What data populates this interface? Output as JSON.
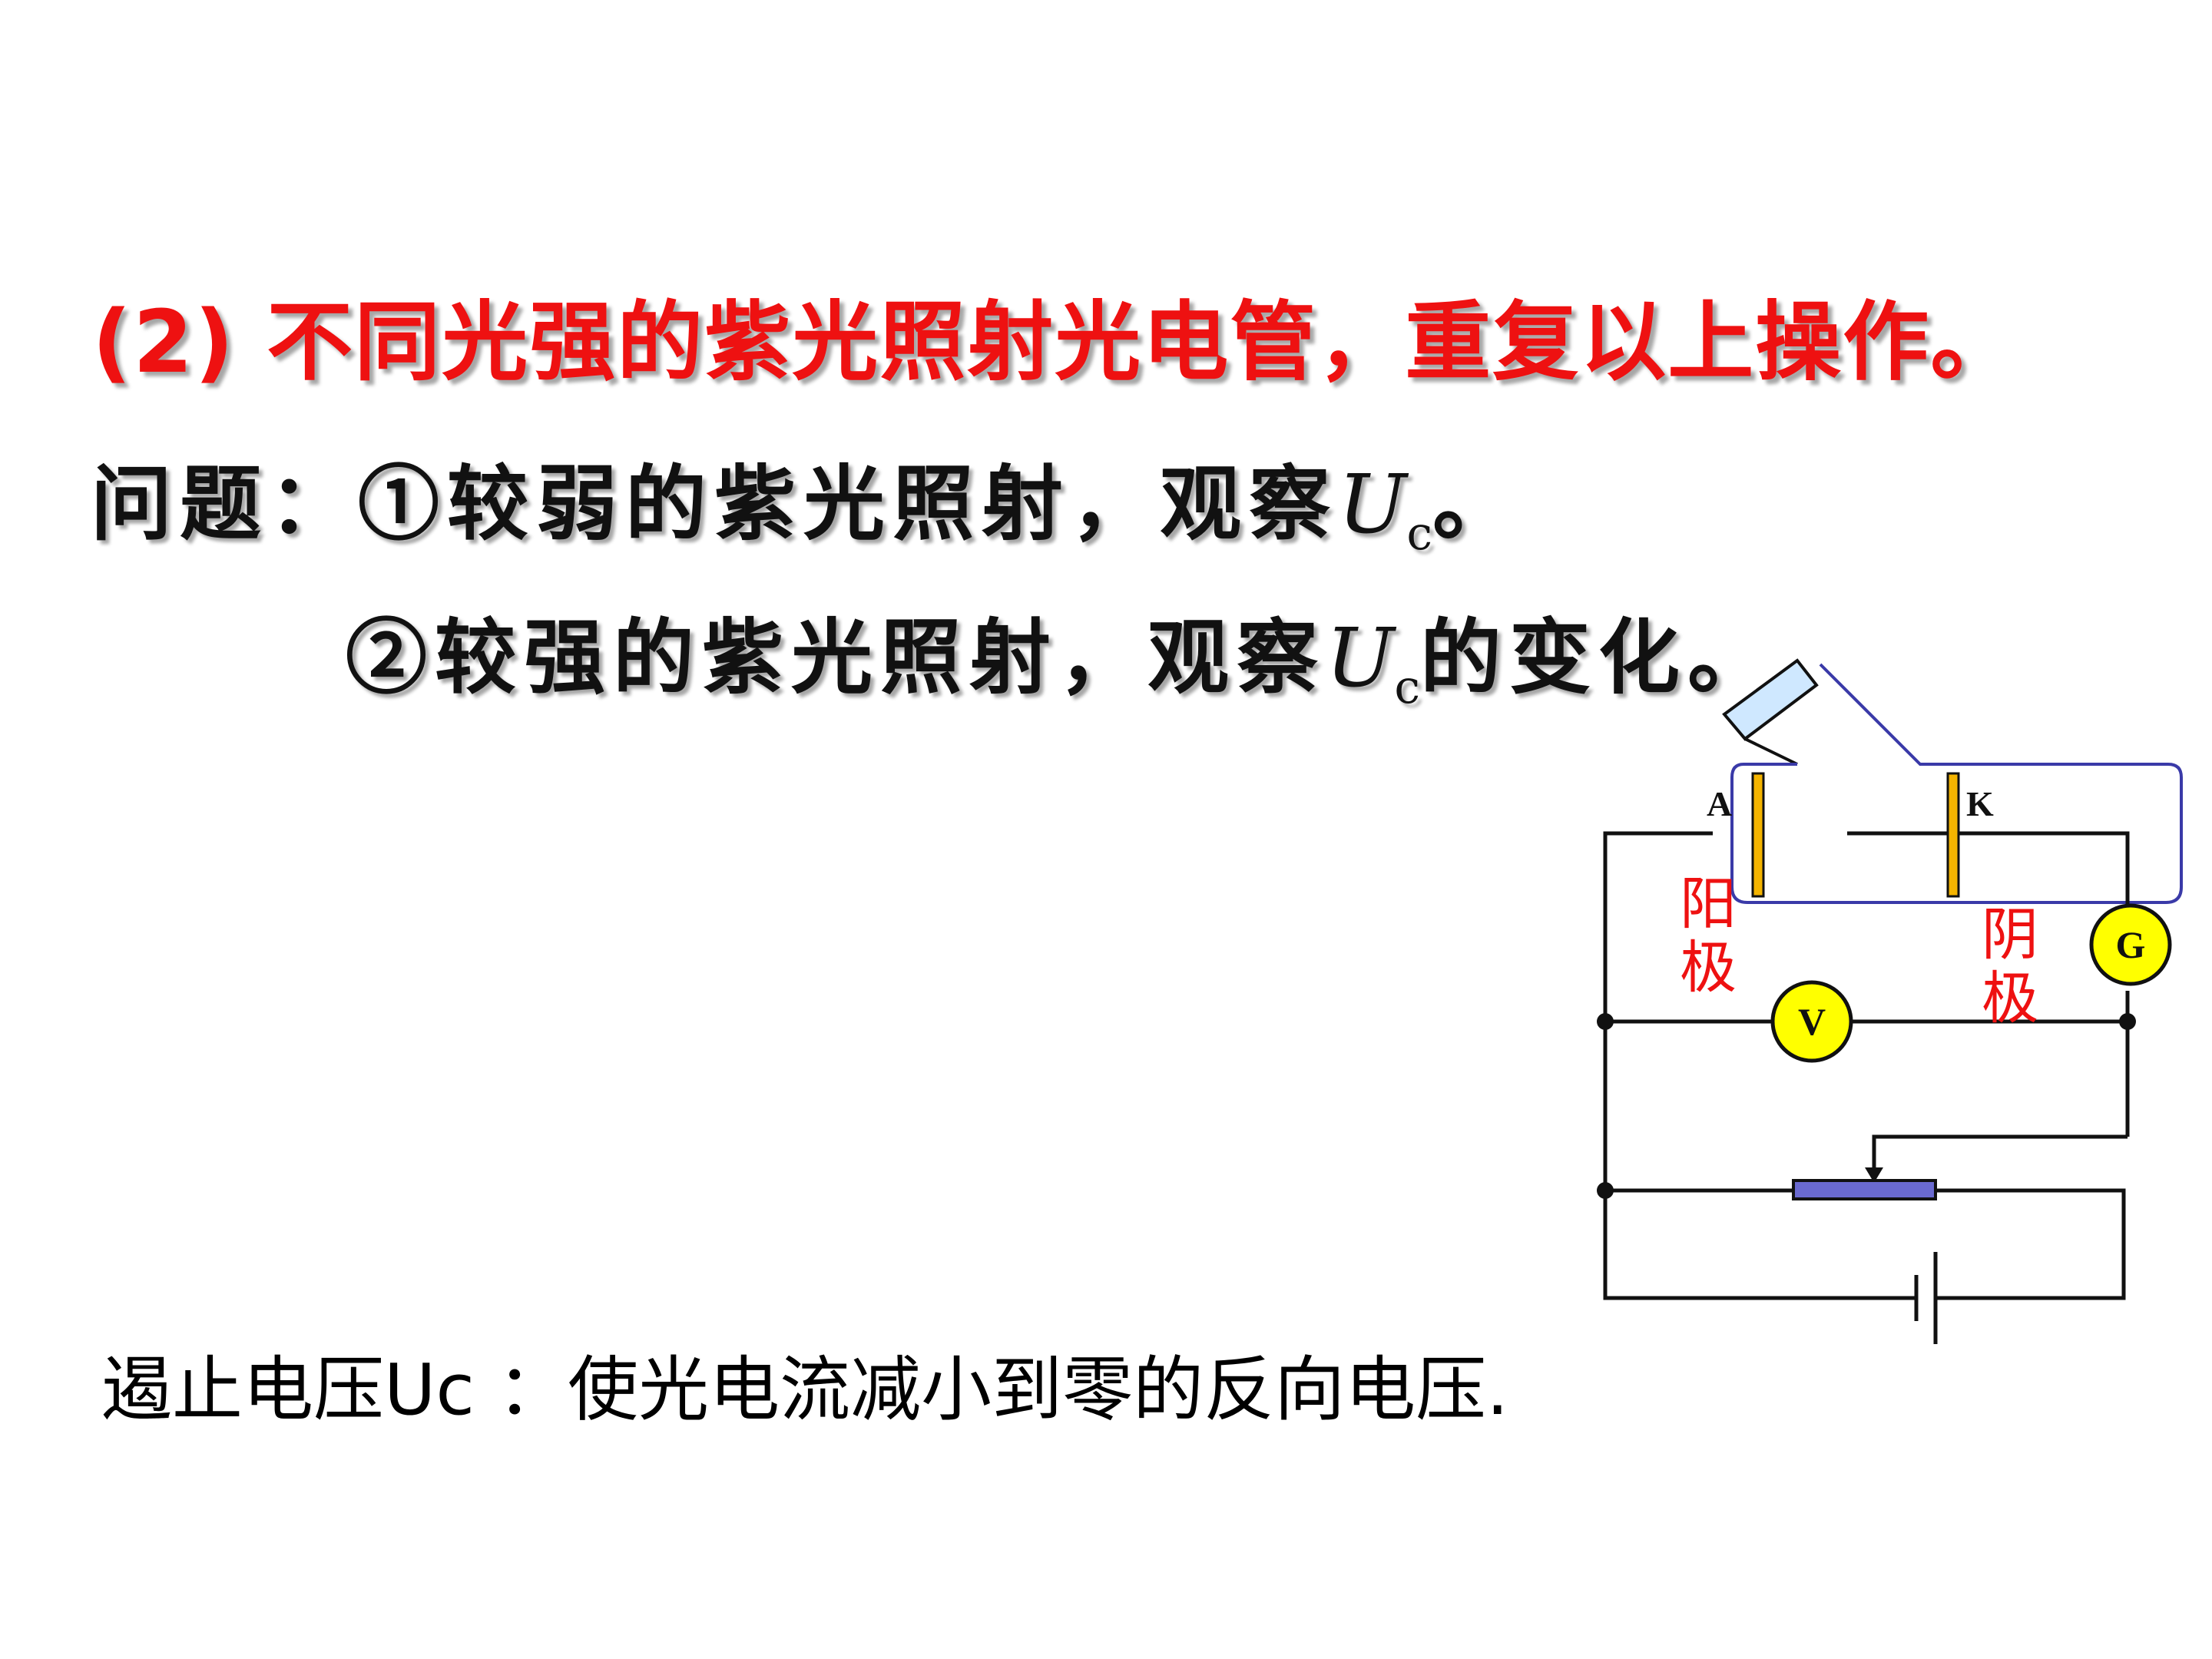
{
  "heading": "(2) 不同光强的紫光照射光电管，重复以上操作。",
  "questions": {
    "q1_prefix": "问题：①较弱的紫光照射，观察",
    "q1_suffix": "。",
    "q2_prefix": "②较强的紫光照射，观察",
    "q2_suffix": "的变化。",
    "voltage_symbol": "U",
    "voltage_subscript": "c"
  },
  "definition": "遏止电压Uc ：使光电流减小到零的反向电压.",
  "circuit": {
    "anode_letter": "A",
    "cathode_letter": "K",
    "anode_label": [
      "阳",
      "极"
    ],
    "cathode_label": [
      "阴",
      "极"
    ],
    "voltmeter": "V",
    "galvanometer": "G",
    "colors": {
      "wire": "#111111",
      "tube": "#3a3aa8",
      "plate": "#f4b400",
      "meter": "#ffff00",
      "label": "#ee1111",
      "rheostat": "#6a6ad0",
      "light": "#cfe8ff"
    }
  }
}
